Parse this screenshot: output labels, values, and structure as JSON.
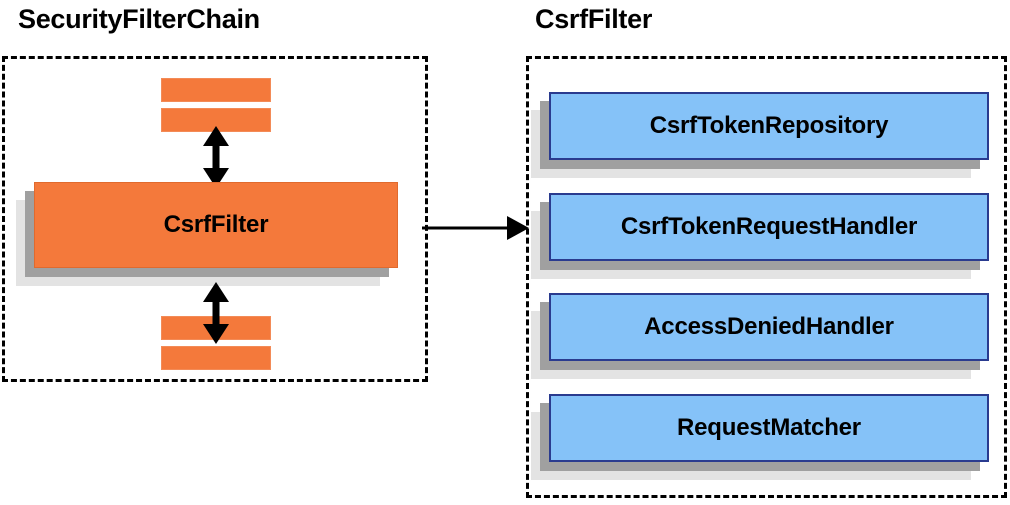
{
  "diagram": {
    "title_left": "SecurityFilterChain",
    "title_right": "CsrfFilter",
    "colors": {
      "blue_fill": "#85c2f8",
      "blue_border": "#2a3b8f",
      "orange_fill": "#f4793b",
      "orange_border": "#e06a2e",
      "shadow_mid": "#a0a0a0",
      "shadow_back": "#e3e3e3",
      "panel_border": "#000000",
      "arrow": "#000000",
      "text": "#000000",
      "background": "#ffffff"
    }
  },
  "left_panel": {
    "title": "SecurityFilterChain",
    "highlighted_filter": "CsrfFilter",
    "filters_above_count": 2,
    "filters_below_count": 2,
    "connectors": [
      {
        "name": "arrow-up-down-above-csrffilter",
        "direction": "bidirectional-vertical"
      },
      {
        "name": "arrow-up-down-below-csrffilter",
        "direction": "bidirectional-vertical"
      }
    ]
  },
  "right_panel": {
    "title": "CsrfFilter",
    "collaborators": [
      {
        "label": "CsrfTokenRepository"
      },
      {
        "label": "CsrfTokenRequestHandler"
      },
      {
        "label": "AccessDeniedHandler"
      },
      {
        "label": "RequestMatcher"
      }
    ]
  },
  "link": {
    "name": "csrffilter-expansion-arrow",
    "direction": "left-to-right",
    "from": "CsrfFilter",
    "to": "CsrfFilter detail panel"
  }
}
